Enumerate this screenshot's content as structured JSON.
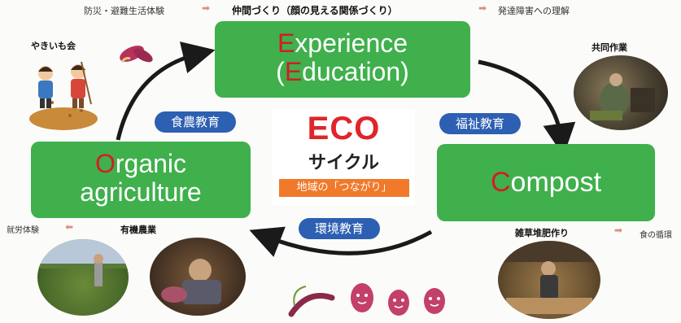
{
  "top": {
    "left": "防災・避難生活体験",
    "center": "仲間づくり（顔の見える関係づくり）",
    "right": "発達障害への理解"
  },
  "labels": {
    "yakiimo": "やきいも会",
    "kyodo": "共同作業",
    "yuki_nogyo": "有機農業",
    "shuro": "就労体験",
    "zasso": "雑草堆肥作り",
    "shoku_junkan": "食の循環"
  },
  "boxes": {
    "experience": {
      "initial": "E",
      "rest": "xperience"
    },
    "education": {
      "open": "(",
      "initial": "E",
      "rest": "ducation)"
    },
    "organic": {
      "initial": "O",
      "rest": "rganic"
    },
    "agriculture": "agriculture",
    "compost": {
      "initial": "C",
      "rest": "ompost"
    }
  },
  "center": {
    "eco": "ECO",
    "cycle": "サイクル",
    "tsunagari": "地域の「つながり」"
  },
  "pills": {
    "shokuno": "食農教育",
    "fukushi": "福祉教育",
    "kankyo": "環境教育"
  },
  "colors": {
    "green": "#3fb04c",
    "red_initial": "#d11e24",
    "pill_blue": "#2d5fb2",
    "eco_red": "#e0242a",
    "orange": "#f07a2a"
  }
}
